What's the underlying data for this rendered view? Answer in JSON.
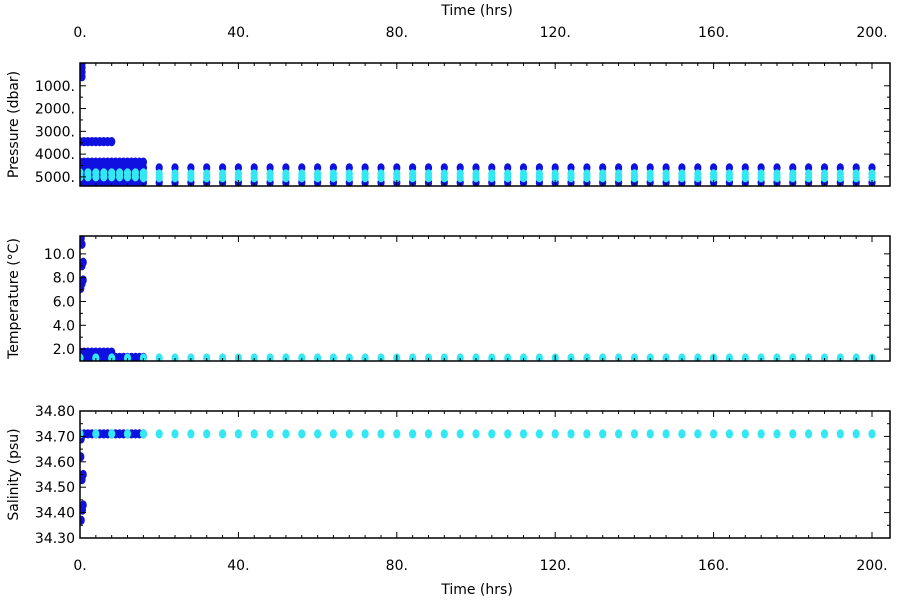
{
  "chart_data": {
    "type": "scatter",
    "x_label": "Time (hrs)",
    "x_range": [
      0,
      200
    ],
    "x_ticks": [
      0,
      40,
      80,
      120,
      160,
      200
    ],
    "x_tick_labels": [
      "0.",
      "40.",
      "80.",
      "120.",
      "160.",
      "200."
    ],
    "colors": {
      "early": "#1010e0",
      "late": "#33e8f2",
      "axis": "#000000"
    },
    "panels": [
      {
        "ylabel": "Pressure (dbar)",
        "y_range": [
          0,
          5400
        ],
        "y_reversed": true,
        "y_ticks": [
          1000,
          2000,
          3000,
          4000,
          5000
        ],
        "y_tick_labels": [
          "1000.",
          "2000.",
          "3000.",
          "4000.",
          "5000."
        ],
        "series": [
          {
            "color": "early",
            "points": [
              [
                0.5,
                20
              ],
              [
                0.5,
                200
              ],
              [
                0.5,
                400
              ],
              [
                0.5,
                600
              ],
              [
                0,
                5300
              ]
            ]
          },
          {
            "color": "early",
            "x_start": 0,
            "x_end": 8,
            "x_step": 1,
            "y": 3450
          },
          {
            "color": "early",
            "x_start": 0,
            "x_end": 16,
            "x_step": 1,
            "y": 4350
          },
          {
            "color": "early",
            "x_start": 0,
            "x_end": 16,
            "x_step": 1,
            "y": 4600
          },
          {
            "color": "early",
            "x_start": 0,
            "x_end": 16,
            "x_step": 1,
            "y": 4820
          },
          {
            "color": "early",
            "x_start": 0,
            "x_end": 16,
            "x_step": 1,
            "y": 5000
          },
          {
            "color": "early",
            "x_start": 0,
            "x_end": 16,
            "x_step": 1,
            "y": 5250
          },
          {
            "color": "early",
            "x_start": 20,
            "x_end": 200,
            "x_step": 4,
            "y": 4600
          },
          {
            "color": "early",
            "x_start": 20,
            "x_end": 200,
            "x_step": 4,
            "y": 5250
          },
          {
            "color": "late",
            "x_start": 0,
            "x_end": 16,
            "x_step": 2,
            "y": 4820
          },
          {
            "color": "late",
            "x_start": 0,
            "x_end": 16,
            "x_step": 2,
            "y": 5000
          },
          {
            "color": "late",
            "x_start": 16,
            "x_end": 200,
            "x_step": 4,
            "y": 4870
          },
          {
            "color": "late",
            "x_start": 16,
            "x_end": 200,
            "x_step": 4,
            "y": 5040
          }
        ]
      },
      {
        "ylabel": "Temperature (°C)",
        "y_range": [
          1.0,
          11.5
        ],
        "y_reversed": false,
        "y_ticks": [
          2,
          4,
          6,
          8,
          10
        ],
        "y_tick_labels": [
          "2.0",
          "4.0",
          "6.0",
          "8.0",
          "10.0"
        ],
        "series": [
          {
            "color": "early",
            "points": [
              [
                0.3,
                11.3
              ],
              [
                0.5,
                10.8
              ],
              [
                0.8,
                9.3
              ],
              [
                0.5,
                9.0
              ],
              [
                0.8,
                7.8
              ],
              [
                0.5,
                7.5
              ],
              [
                0.2,
                7.1
              ]
            ]
          },
          {
            "color": "early",
            "x_start": 0,
            "x_end": 8,
            "x_step": 1,
            "y": 1.75
          },
          {
            "color": "early",
            "x_start": 0,
            "x_end": 16,
            "x_step": 1,
            "y": 1.3
          },
          {
            "color": "late",
            "x_start": 0,
            "x_end": 200,
            "x_step": 4,
            "y": 1.25
          }
        ]
      },
      {
        "ylabel": "Salinity (psu)",
        "y_range": [
          34.3,
          34.8
        ],
        "y_reversed": false,
        "y_ticks": [
          34.3,
          34.4,
          34.5,
          34.6,
          34.7,
          34.8
        ],
        "y_tick_labels": [
          "34.30",
          "34.40",
          "34.50",
          "34.60",
          "34.70",
          "34.80"
        ],
        "series": [
          {
            "color": "early",
            "points": [
              [
                0.3,
                34.37
              ],
              [
                0.6,
                34.41
              ],
              [
                0.8,
                34.43
              ],
              [
                0.8,
                34.55
              ],
              [
                0.5,
                34.53
              ],
              [
                0.2,
                34.62
              ],
              [
                0.3,
                34.69
              ]
            ]
          },
          {
            "color": "early",
            "x_start": 0,
            "x_end": 16,
            "x_step": 1,
            "y": 34.71
          },
          {
            "color": "late",
            "x_start": 0,
            "x_end": 200,
            "x_step": 4,
            "y": 34.71
          }
        ]
      }
    ]
  }
}
